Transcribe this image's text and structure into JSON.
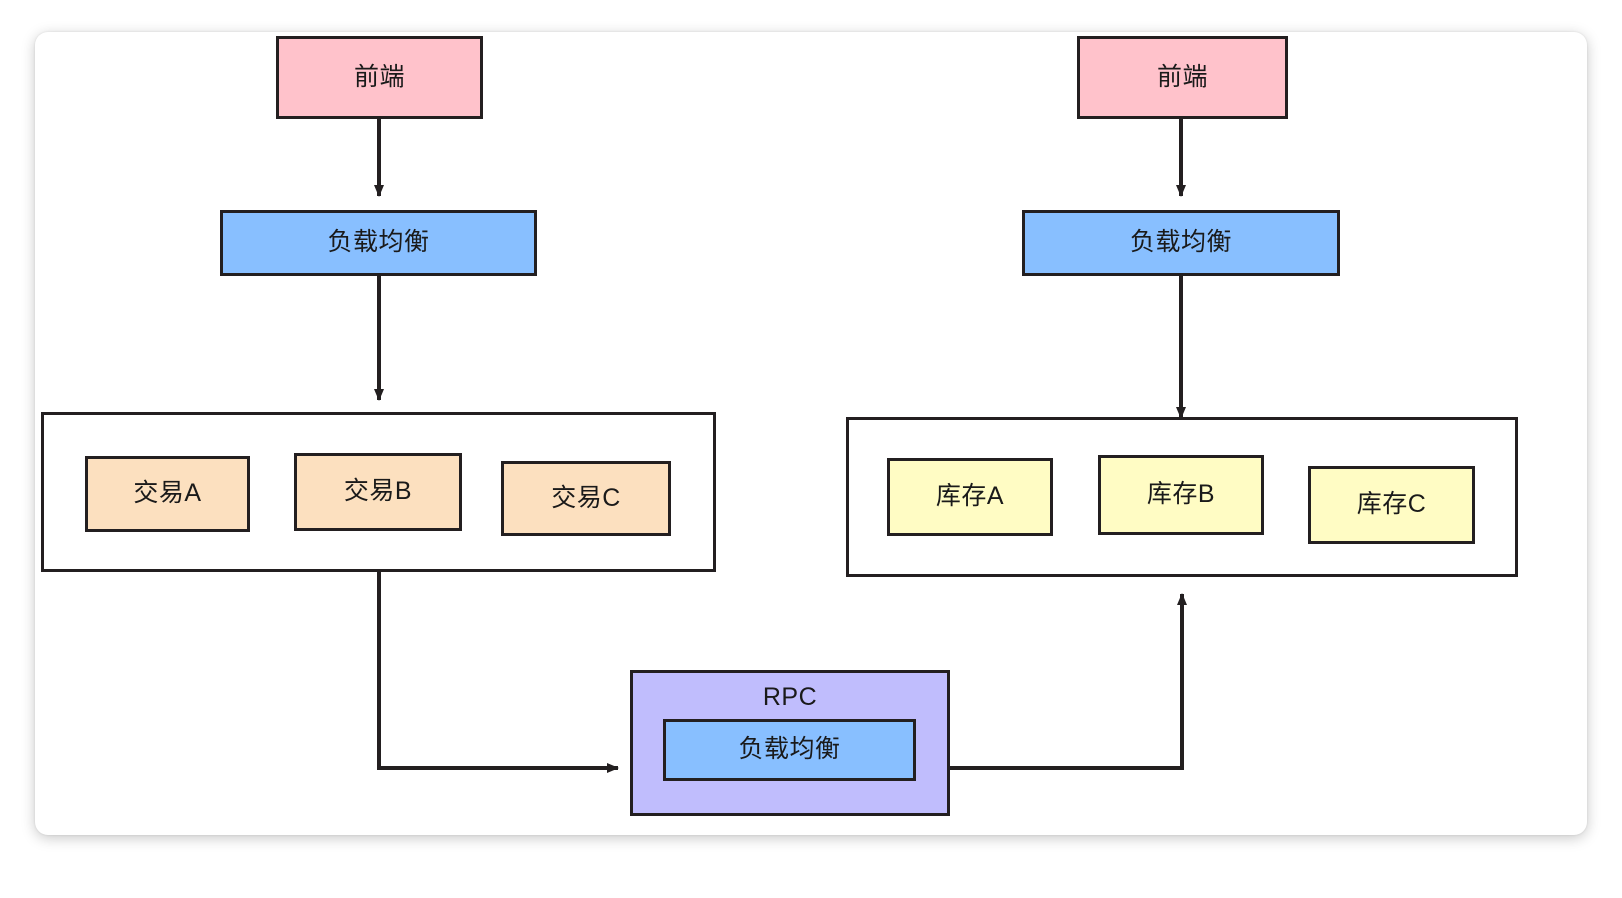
{
  "diagram": {
    "title": "microservice-architecture",
    "palette": {
      "frontend": "#ffc2cb",
      "load_balancer": "#88bfff",
      "transaction_service": "#fce0bf",
      "inventory_service": "#fffcc4",
      "rpc_container": "#c0bdfd",
      "stroke": "#231f20",
      "canvas": "#ffffff"
    },
    "left_column": {
      "frontend": {
        "label": "前端"
      },
      "load_balancer": {
        "label": "负载均衡"
      },
      "service_group": {
        "label": "",
        "services": [
          {
            "label": "交易A"
          },
          {
            "label": "交易B"
          },
          {
            "label": "交易C"
          }
        ]
      }
    },
    "right_column": {
      "frontend": {
        "label": "前端"
      },
      "load_balancer": {
        "label": "负载均衡"
      },
      "service_group": {
        "label": "",
        "services": [
          {
            "label": "库存A"
          },
          {
            "label": "库存B"
          },
          {
            "label": "库存C"
          }
        ]
      }
    },
    "rpc": {
      "title": "RPC",
      "load_balancer": {
        "label": "负载均衡"
      }
    },
    "connectors": [
      {
        "name": "left-frontend-to-lb",
        "from": "前端",
        "to": "负载均衡",
        "arrow": "down"
      },
      {
        "name": "left-lb-to-transactions",
        "from": "负载均衡",
        "to": "交易服务组",
        "arrow": "down"
      },
      {
        "name": "transactions-to-rpc",
        "from": "交易服务组",
        "to": "RPC",
        "arrow": "right"
      },
      {
        "name": "rpc-to-inventories",
        "from": "RPC",
        "to": "库存服务组",
        "arrow": "up"
      },
      {
        "name": "right-frontend-to-lb",
        "from": "前端",
        "to": "负载均衡",
        "arrow": "down"
      },
      {
        "name": "right-lb-to-inventories",
        "from": "负载均衡",
        "to": "库存服务组",
        "arrow": "down"
      }
    ]
  }
}
